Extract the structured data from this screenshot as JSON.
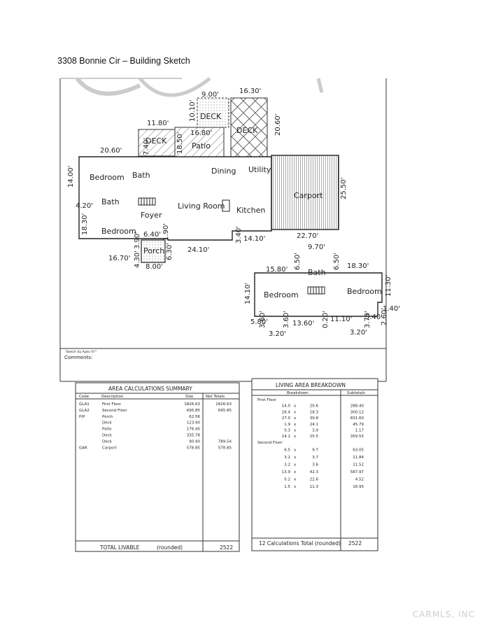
{
  "page_title": "3308 Bonnie Cir – Building Sketch",
  "sketch_credit": "Sketch by Apex IV™",
  "comments_label": "Comments:",
  "rooms": {
    "deck1": "DECK",
    "deck2": "DECK",
    "deck3": "DECK",
    "patio": "Patio",
    "bedroom1": "Bedroom",
    "bath1": "Bath",
    "dining": "Dining",
    "utility": "Utility",
    "carport": "Carport",
    "bath2": "Bath",
    "foyer": "Foyer",
    "living": "Living Room",
    "kitchen": "Kitchen",
    "bedroom2": "Bedroom",
    "porch": "Porch",
    "bath3": "Bath",
    "bedroom3": "Bedroom",
    "bedroom4": "Bedroom"
  },
  "dims": {
    "d900": "9.00'",
    "d1630": "16.30'",
    "d1010": "10.10'",
    "d2060a": "20.60'",
    "d1180": "11.80'",
    "d1680": "16.80'",
    "d1850": "18.50'",
    "d740": "7.40'",
    "d2060b": "20.60'",
    "d1400a": "14.00'",
    "d2550": "25.50'",
    "d420": "4.20'",
    "d1830": "18.30'",
    "d640": "6.40'",
    "d190": "1.90'",
    "d390": "3.90'",
    "d340": "3.40'",
    "d1410a": "14.10'",
    "d2270": "22.70'",
    "d2410": "24.10'",
    "d1670": "16.70'",
    "d430": "4.30'",
    "d630": "6.30'",
    "d800": "8.00'",
    "d970": "9.70'",
    "d1580": "15.80'",
    "d650a": "6.50'",
    "d650b": "6.50'",
    "d1830b": "18.30'",
    "d1410b": "14.10'",
    "d1130": "11.30'",
    "d140": "1.40'",
    "d580": "5.80'",
    "d360a": "3.60'",
    "d1360": "13.60'",
    "d020": "0.20'",
    "d1110": "11.10'",
    "d540": "5.40'",
    "d260": "2.60'",
    "d320a": "3.20'",
    "d370": "3.70'",
    "d320b": "3.20'",
    "d360b": "3.60'"
  },
  "summary": {
    "heading": "AREA CALCULATIONS SUMMARY",
    "col_code": "Code",
    "col_desc": "Description",
    "col_size": "Size",
    "col_net": "Net Totals",
    "rows": [
      {
        "code": "GLA1",
        "desc": "First Floor",
        "size": "1826.63",
        "net": "1826.63"
      },
      {
        "code": "GLA2",
        "desc": "Second Floor",
        "size": "695.85",
        "net": "695.85"
      },
      {
        "code": "P/P",
        "desc": "Porch",
        "size": "62.56",
        "net": ""
      },
      {
        "code": "",
        "desc": "Deck",
        "size": "123.90",
        "net": ""
      },
      {
        "code": "",
        "desc": "Patio",
        "size": "176.40",
        "net": ""
      },
      {
        "code": "",
        "desc": "Deck",
        "size": "335.78",
        "net": ""
      },
      {
        "code": "",
        "desc": "Deck",
        "size": "90.90",
        "net": "789.54"
      },
      {
        "code": "GAR",
        "desc": "Carport",
        "size": "578.85",
        "net": "578.85"
      }
    ],
    "total_label": "TOTAL LIVABLE",
    "total_rounded": "(rounded)",
    "total_value": "2522"
  },
  "breakdown": {
    "heading": "LIVING AREA BREAKDOWN",
    "col_breakdown": "Breakdown",
    "col_subtotals": "Subtotals",
    "first_floor_label": "First Floor",
    "first_floor": [
      {
        "a": "14.0",
        "b": "20.6",
        "sub": "288.40"
      },
      {
        "a": "16.4",
        "b": "18.3",
        "sub": "300.12"
      },
      {
        "a": "27.0",
        "b": "30.8",
        "sub": "831.60"
      },
      {
        "a": "1.9",
        "b": "24.1",
        "sub": "45.79"
      },
      {
        "a": "0.3",
        "b": "3.9",
        "sub": "1.17"
      },
      {
        "a": "14.1",
        "b": "25.5",
        "sub": "359.55"
      }
    ],
    "second_floor_label": "Second Floor",
    "second_floor": [
      {
        "a": "6.5",
        "b": "9.7",
        "sub": "63.05"
      },
      {
        "a": "3.2",
        "b": "3.7",
        "sub": "11.84"
      },
      {
        "a": "3.2",
        "b": "3.6",
        "sub": "11.52"
      },
      {
        "a": "13.9",
        "b": "42.3",
        "sub": "587.97"
      },
      {
        "a": "0.2",
        "b": "22.6",
        "sub": "4.52"
      },
      {
        "a": "1.5",
        "b": "11.3",
        "sub": "16.95"
      }
    ],
    "times": "x",
    "total_label": "12 Calculations Total (rounded)",
    "total_value": "2522"
  },
  "watermark": "CARMLS, INC"
}
